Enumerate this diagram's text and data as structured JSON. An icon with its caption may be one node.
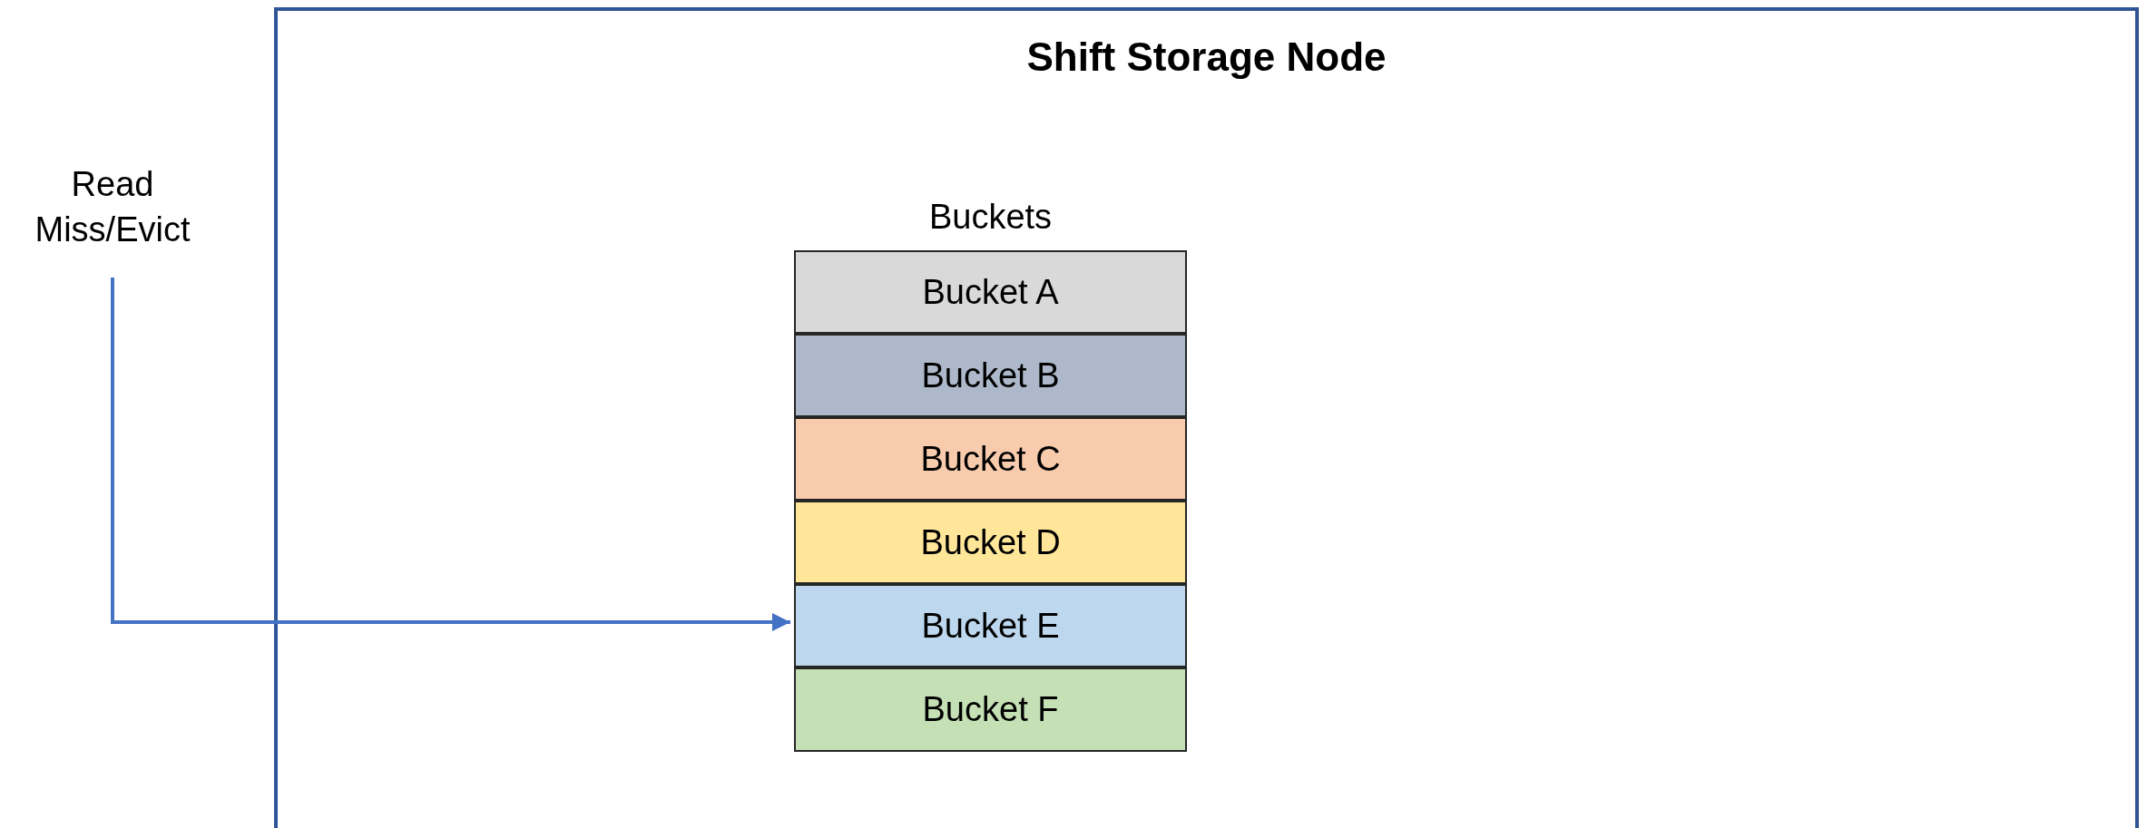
{
  "diagram": {
    "nodes": [
      {
        "text": [
          "Shift Storage Node"
        ]
      },
      {
        "text": [
          "Read Miss/Evict"
        ]
      },
      {
        "text": [
          "Buckets"
        ],
        "in": 0
      },
      {
        "text": [
          "Bucket A"
        ],
        "in": 2
      },
      {
        "text": [
          "Bucket B"
        ],
        "in": 2
      },
      {
        "text": [
          "Bucket C"
        ],
        "in": 2
      },
      {
        "text": [
          "Bucket D"
        ],
        "in": 2
      },
      {
        "text": [
          "Bucket E"
        ],
        "in": 2
      },
      {
        "text": [
          "Bucket F"
        ],
        "in": 2
      }
    ],
    "edges": [
      {
        "from": 1,
        "to": 7,
        "arrow": "to"
      }
    ]
  }
}
